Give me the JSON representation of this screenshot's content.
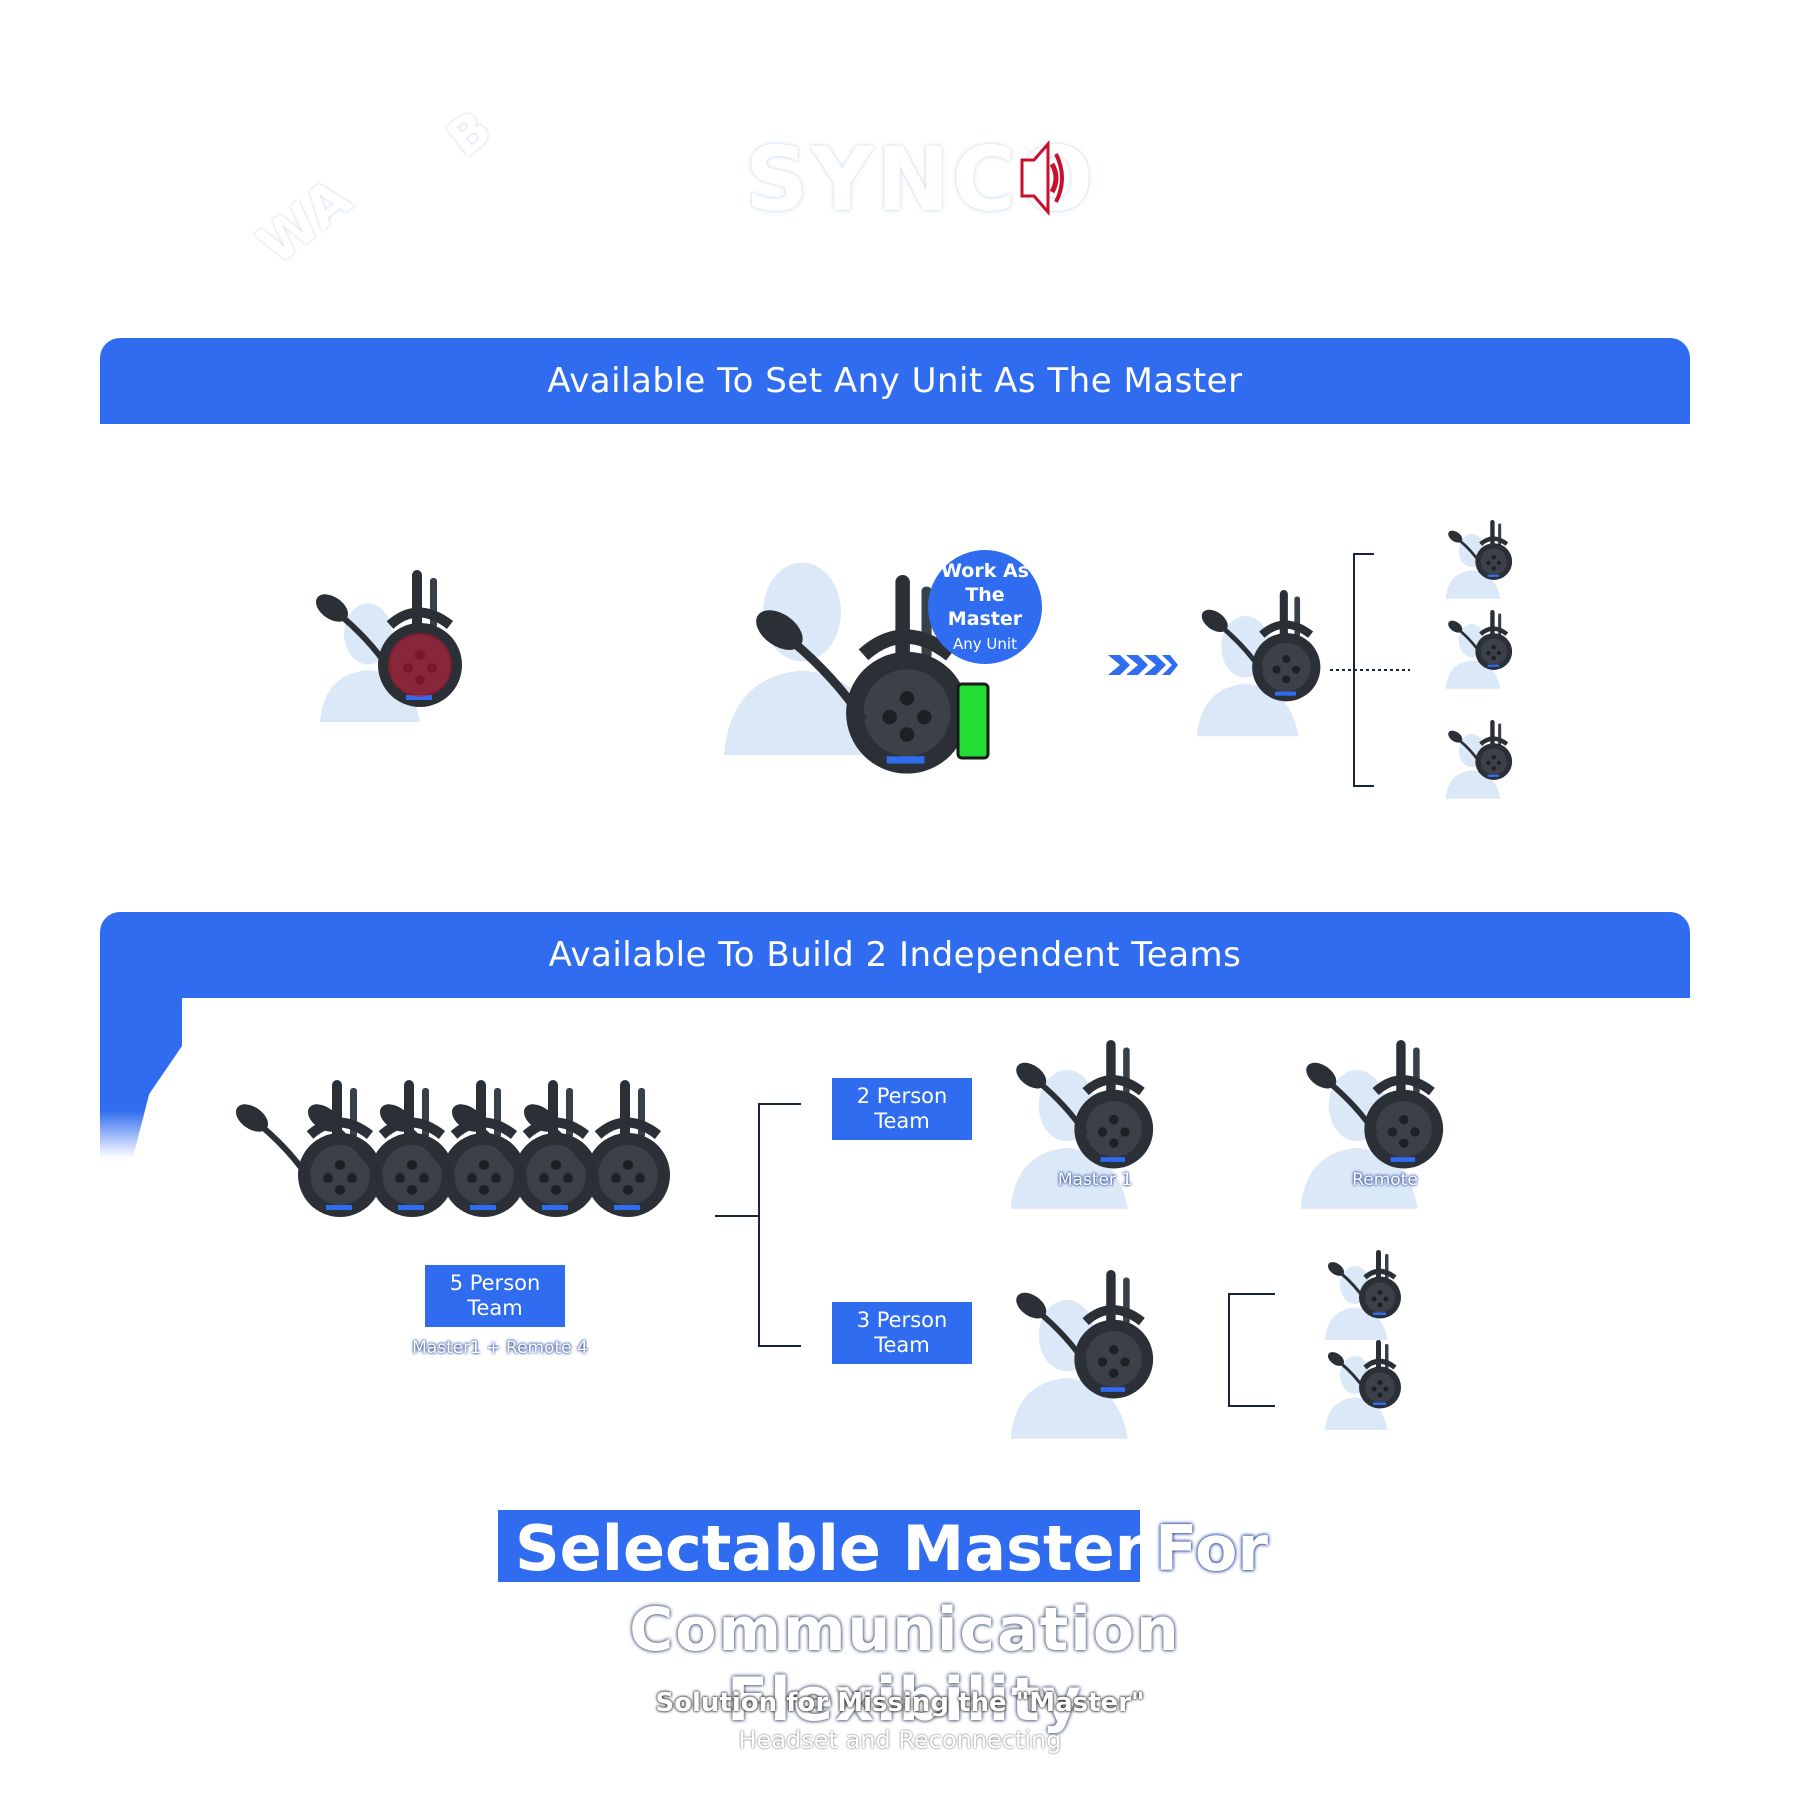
{
  "brand": {
    "logo_text": "SYNCO",
    "watermark_a": "WA",
    "watermark_b": "B",
    "speaker_color": "#c8102e"
  },
  "colors": {
    "accent": "#2f6cf0",
    "silhouette": "#dbe8f8",
    "headset": "#2b2f36",
    "battery": "#22dd33"
  },
  "section1": {
    "banner": "Available To Set Any Unit As The Master",
    "badge_line1": "Work As",
    "badge_line2": "The Master",
    "badge_line3": "Any Unit"
  },
  "section2": {
    "banner": "Available To Build 2 Independent Teams",
    "team5_line1": "5 Person",
    "team5_line2": "Team",
    "team5_caption": "Master1 + Remote 4",
    "team2_line1": "2 Person",
    "team2_line2": "Team",
    "team3_line1": "3 Person",
    "team3_line2": "Team",
    "caption_master": "Master 1",
    "caption_remote": "Remote"
  },
  "headline": {
    "line1_highlight": "Selectable Master",
    "line1_rest": "For",
    "line2": "Communication Flexibility",
    "sub1": "Solution for Missing the \"Master\"",
    "sub2": "Headset and Reconnecting"
  }
}
